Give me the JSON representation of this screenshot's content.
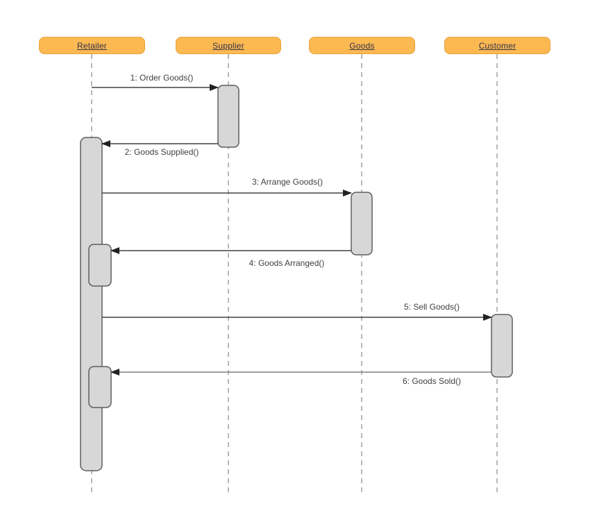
{
  "diagram": {
    "type": "uml-sequence-diagram",
    "actors": [
      {
        "name": "Retailer"
      },
      {
        "name": "Supplier"
      },
      {
        "name": "Goods"
      },
      {
        "name": "Customer"
      }
    ],
    "messages": [
      {
        "label": "1: Order Goods()",
        "from": "Retailer",
        "to": "Supplier"
      },
      {
        "label": "2: Goods Supplied()",
        "from": "Supplier",
        "to": "Retailer"
      },
      {
        "label": "3: Arrange Goods()",
        "from": "Retailer",
        "to": "Goods"
      },
      {
        "label": "4: Goods Arranged()",
        "from": "Goods",
        "to": "Retailer"
      },
      {
        "label": "5: Sell Goods()",
        "from": "Retailer",
        "to": "Customer"
      },
      {
        "label": "6: Goods Sold()",
        "from": "Customer",
        "to": "Retailer"
      }
    ],
    "colors": {
      "background": "#FFFFFF",
      "actor_fill": "#FCB952",
      "actor_border": "#E8A23E",
      "actor_text": "#32324A",
      "activation_fill": "#D7D7D7",
      "activation_border": "#5E5E5E",
      "lifeline": "#A0A0A0",
      "message_line": "#404040",
      "message_text": "#404040",
      "arrowhead": "#222222"
    }
  }
}
